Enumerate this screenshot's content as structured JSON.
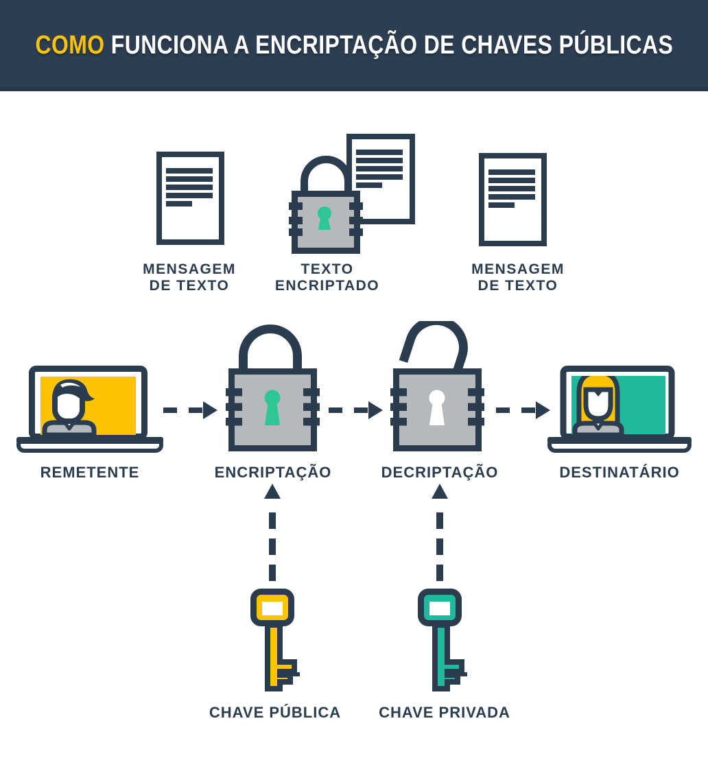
{
  "header": {
    "title_highlight": "COMO",
    "title_rest": " FUNCIONA A ENCRIPTAÇÃO DE CHAVES PÚBLICAS"
  },
  "top_row": {
    "items": [
      {
        "icon": "document-icon",
        "label": "MENSAGEM\nDE TEXTO"
      },
      {
        "icon": "encrypted-document-icon",
        "label": "TEXTO\nENCRIPTADO"
      },
      {
        "icon": "document-icon",
        "label": "MENSAGEM\nDE TEXTO"
      }
    ]
  },
  "flow_row": {
    "sender": {
      "icon": "laptop-sender-icon",
      "label": "REMETENTE"
    },
    "encryption": {
      "icon": "padlock-closed-icon",
      "label": "ENCRIPTAÇÃO"
    },
    "decryption": {
      "icon": "padlock-open-icon",
      "label": "DECRIPTAÇÃO"
    },
    "recipient": {
      "icon": "laptop-recipient-icon",
      "label": "DESTINATÁRIO"
    }
  },
  "keys_row": {
    "public_key": {
      "icon": "yellow-key-icon",
      "label": "CHAVE PÚBLICA"
    },
    "private_key": {
      "icon": "green-key-icon",
      "label": "CHAVE PRIVADA"
    }
  },
  "colors": {
    "navy": "#2b3c4f",
    "header_bg": "#2d3e52",
    "yellow": "#fcc303",
    "teal": "#1fb99b",
    "green": "#2cc795",
    "gray": "#b5b9bb",
    "white": "#ffffff"
  }
}
